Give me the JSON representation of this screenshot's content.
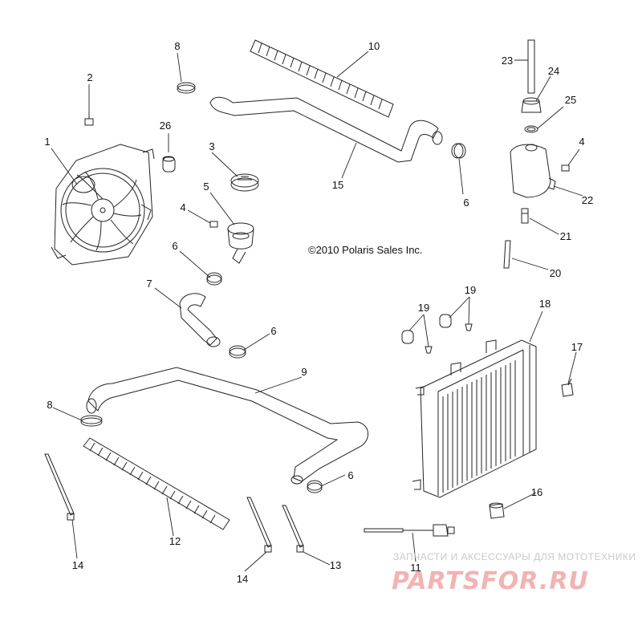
{
  "copyright": "©2010 Polaris Sales Inc.",
  "watermark": {
    "tagline": "ЗАПЧАСТИ И АКСЕССУАРЫ ДЛЯ МОТОТЕХНИКИ",
    "logo": "PARTSFOR.RU"
  },
  "callouts": {
    "c1": "1",
    "c2": "2",
    "c3": "3",
    "c4a": "4",
    "c4b": "4",
    "c5": "5",
    "c6a": "6",
    "c6b": "6",
    "c6c": "6",
    "c6d": "6",
    "c7": "7",
    "c8a": "8",
    "c8b": "8",
    "c9": "9",
    "c10": "10",
    "c11": "11",
    "c12": "12",
    "c13": "13",
    "c14a": "14",
    "c14b": "14",
    "c15": "15",
    "c16": "16",
    "c17": "17",
    "c18": "18",
    "c19a": "19",
    "c19b": "19",
    "c20": "20",
    "c21": "21",
    "c22": "22",
    "c23": "23",
    "c24": "24",
    "c25": "25",
    "c26": "26"
  }
}
